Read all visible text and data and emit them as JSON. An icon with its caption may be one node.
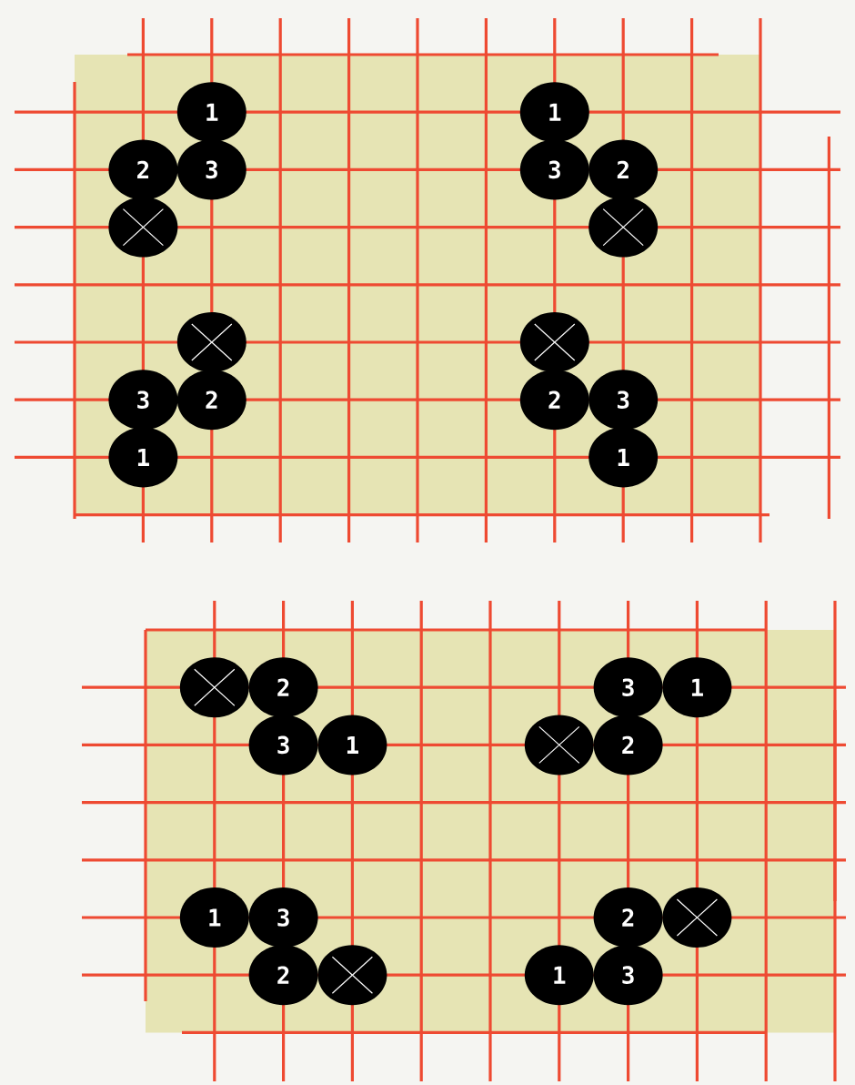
{
  "diagram": {
    "nodes": [
      {
        "text": [
          "1"
        ]
      },
      {
        "text": [
          "1"
        ]
      },
      {
        "text": [
          "2"
        ]
      },
      {
        "text": [
          "3"
        ]
      },
      {
        "text": [
          "3"
        ]
      },
      {
        "text": [
          "2"
        ]
      },
      {
        "text": [],
        "shape": "circle"
      },
      {
        "text": [],
        "shape": "circle"
      },
      {
        "text": [],
        "shape": "circle"
      },
      {
        "text": [],
        "shape": "circle"
      },
      {
        "text": [
          "3"
        ]
      },
      {
        "text": [
          "2"
        ]
      },
      {
        "text": [
          "2"
        ]
      },
      {
        "text": [
          "3"
        ]
      },
      {
        "text": [
          "1"
        ]
      },
      {
        "text": [
          "1"
        ]
      },
      {
        "text": [],
        "shape": "circle"
      },
      {
        "text": [
          "2"
        ]
      },
      {
        "text": [
          "3"
        ]
      },
      {
        "text": [
          "1"
        ]
      },
      {
        "text": [
          "3"
        ]
      },
      {
        "text": [
          "1"
        ]
      },
      {
        "text": [],
        "shape": "circle"
      },
      {
        "text": [
          "2"
        ]
      },
      {
        "text": [
          "1"
        ]
      },
      {
        "text": [
          "3"
        ]
      },
      {
        "text": [
          "2"
        ]
      },
      {
        "text": [],
        "shape": "circle"
      },
      {
        "text": [
          "2"
        ]
      },
      {
        "text": [],
        "shape": "circle"
      },
      {
        "text": [
          "1"
        ]
      },
      {
        "text": [
          "3"
        ]
      }
    ]
  }
}
